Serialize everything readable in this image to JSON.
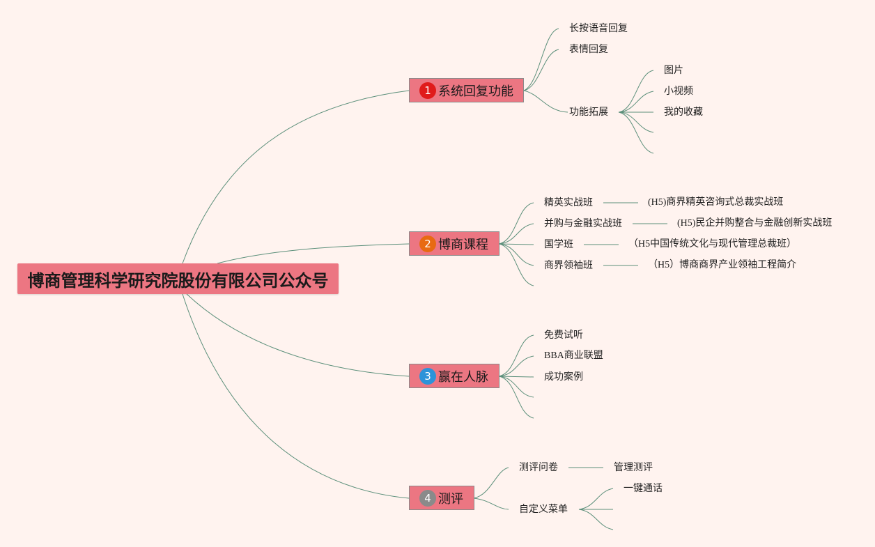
{
  "root": {
    "title": "博商管理科学研究院股份有限公司公众号"
  },
  "colors": {
    "background": "#fff3ef",
    "node_fill": "#ec7682",
    "line": "#5b8f7a",
    "badge1": "#e01b1b",
    "badge2": "#e86a12",
    "badge3": "#2c93d9",
    "badge4": "#8a8a8a"
  },
  "branches": [
    {
      "badge": "1",
      "label": "系统回复功能",
      "children": [
        {
          "label": "长按语音回复"
        },
        {
          "label": "表情回复"
        },
        {
          "label": "功能拓展",
          "children": [
            {
              "label": "图片"
            },
            {
              "label": "小视频"
            },
            {
              "label": "我的收藏"
            },
            {
              "label": ""
            },
            {
              "label": ""
            }
          ]
        }
      ]
    },
    {
      "badge": "2",
      "label": "博商课程",
      "children": [
        {
          "label": "精英实战班",
          "detail": "(H5)商界精英咨询式总裁实战班"
        },
        {
          "label": "并购与金融实战班",
          "detail": "(H5)民企并购整合与金融创新实战班"
        },
        {
          "label": "国学班",
          "detail": "（H5中国传统文化与现代管理总裁班）"
        },
        {
          "label": "商界领袖班",
          "detail": "（H5）博商商界产业领袖工程简介"
        },
        {
          "label": ""
        }
      ]
    },
    {
      "badge": "3",
      "label": "赢在人脉",
      "children": [
        {
          "label": "免费试听"
        },
        {
          "label": "BBA商业联盟"
        },
        {
          "label": "成功案例"
        },
        {
          "label": ""
        },
        {
          "label": ""
        }
      ]
    },
    {
      "badge": "4",
      "label": "测评",
      "children": [
        {
          "label": "测评问卷",
          "detail": "管理测评"
        },
        {
          "label": "自定义菜单",
          "children": [
            {
              "label": "一键通话"
            },
            {
              "label": ""
            },
            {
              "label": ""
            }
          ]
        }
      ]
    }
  ]
}
